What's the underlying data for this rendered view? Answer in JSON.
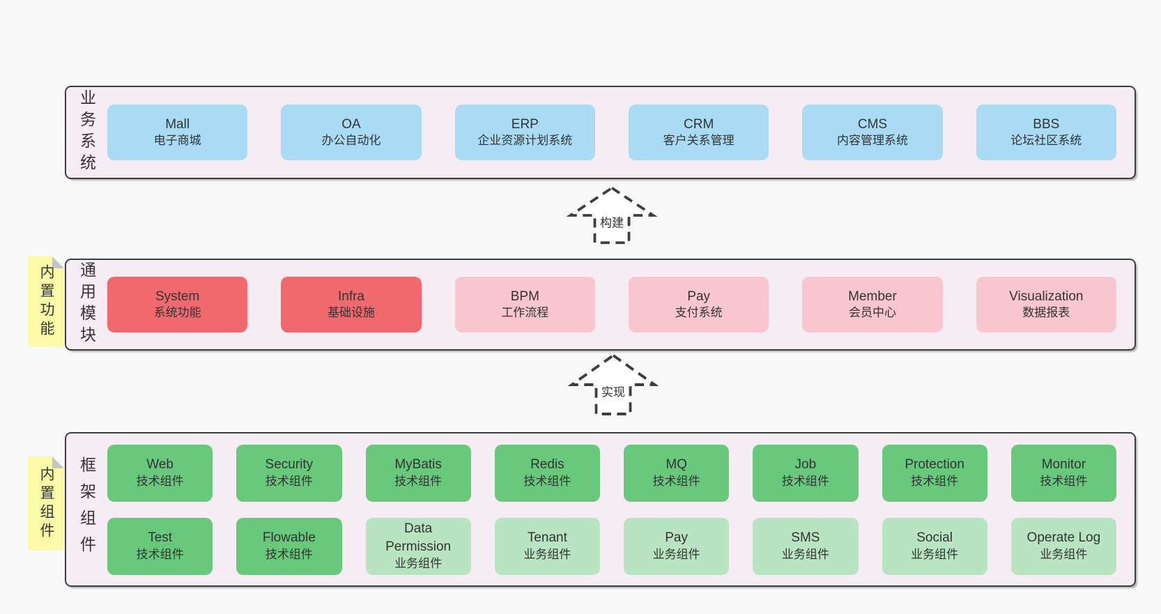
{
  "palette": {
    "pageBg": "#f8f8f8",
    "panelBg": "#f6edf4",
    "panelBorder": "#3d3d3d",
    "blue": "#a9dbf5",
    "red": "#f0696e",
    "pink": "#f9c5ce",
    "green": "#68c87c",
    "lightgreen": "#b9e4c1",
    "sticky": "#fbfaa6",
    "fold": "#c4c4c4",
    "text": "#333333",
    "arrow": "#3d3d3d"
  },
  "arrows": [
    {
      "label": "构建"
    },
    {
      "label": "实现"
    }
  ],
  "layers": [
    {
      "title": "业务系统",
      "boxes": [
        {
          "name": "Mall",
          "desc": "电子商城"
        },
        {
          "name": "OA",
          "desc": "办公自动化"
        },
        {
          "name": "ERP",
          "desc": "企业资源计划系统"
        },
        {
          "name": "CRM",
          "desc": "客户关系管理"
        },
        {
          "name": "CMS",
          "desc": "内容管理系统"
        },
        {
          "name": "BBS",
          "desc": "论坛社区系统"
        }
      ]
    },
    {
      "title": "通用模块",
      "sticky": "内置功能",
      "boxes": [
        {
          "name": "System",
          "desc": "系统功能"
        },
        {
          "name": "Infra",
          "desc": "基础设施"
        },
        {
          "name": "BPM",
          "desc": "工作流程"
        },
        {
          "name": "Pay",
          "desc": "支付系统"
        },
        {
          "name": "Member",
          "desc": "会员中心"
        },
        {
          "name": "Visualization",
          "desc": "数据报表"
        }
      ]
    },
    {
      "title": "框架组件",
      "sticky": "内置组件",
      "boxes": [
        {
          "name": "Web",
          "desc": "技术组件"
        },
        {
          "name": "Security",
          "desc": "技术组件"
        },
        {
          "name": "MyBatis",
          "desc": "技术组件"
        },
        {
          "name": "Redis",
          "desc": "技术组件"
        },
        {
          "name": "MQ",
          "desc": "技术组件"
        },
        {
          "name": "Job",
          "desc": "技术组件"
        },
        {
          "name": "Protection",
          "desc": "技术组件"
        },
        {
          "name": "Monitor",
          "desc": "技术组件"
        },
        {
          "name": "Test",
          "desc": "技术组件"
        },
        {
          "name": "Flowable",
          "desc": "技术组件"
        },
        {
          "name": "Data Permission",
          "desc": "业务组件"
        },
        {
          "name": "Tenant",
          "desc": "业务组件"
        },
        {
          "name": "Pay",
          "desc": "业务组件"
        },
        {
          "name": "SMS",
          "desc": "业务组件"
        },
        {
          "name": "Social",
          "desc": "业务组件"
        },
        {
          "name": "Operate Log",
          "desc": "业务组件"
        }
      ]
    }
  ]
}
